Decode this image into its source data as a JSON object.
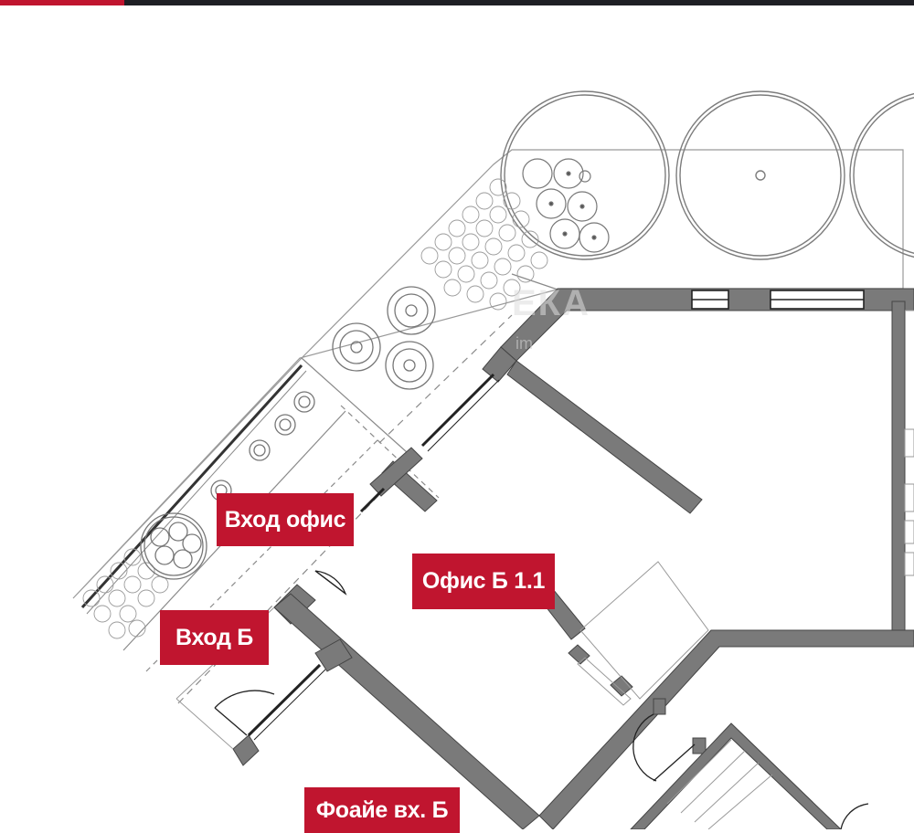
{
  "colors": {
    "accent": "#c0152f",
    "topbar": "#1e1f24",
    "wall": "#7a7a7a",
    "line": "#555555",
    "label_text": "#ffffff"
  },
  "labels": {
    "entrance_office": "Вход офис",
    "office": "Офис Б 1.1",
    "entrance_b": "Вход Б",
    "foyer": "Фоайе вх. Б"
  },
  "watermark": {
    "brand": "ЕКА",
    "sub": "im"
  },
  "icons": {
    "trees": "tree-circle-icon",
    "shrubs": "shrub-circle-icon",
    "doors": "door-swing-icon"
  }
}
